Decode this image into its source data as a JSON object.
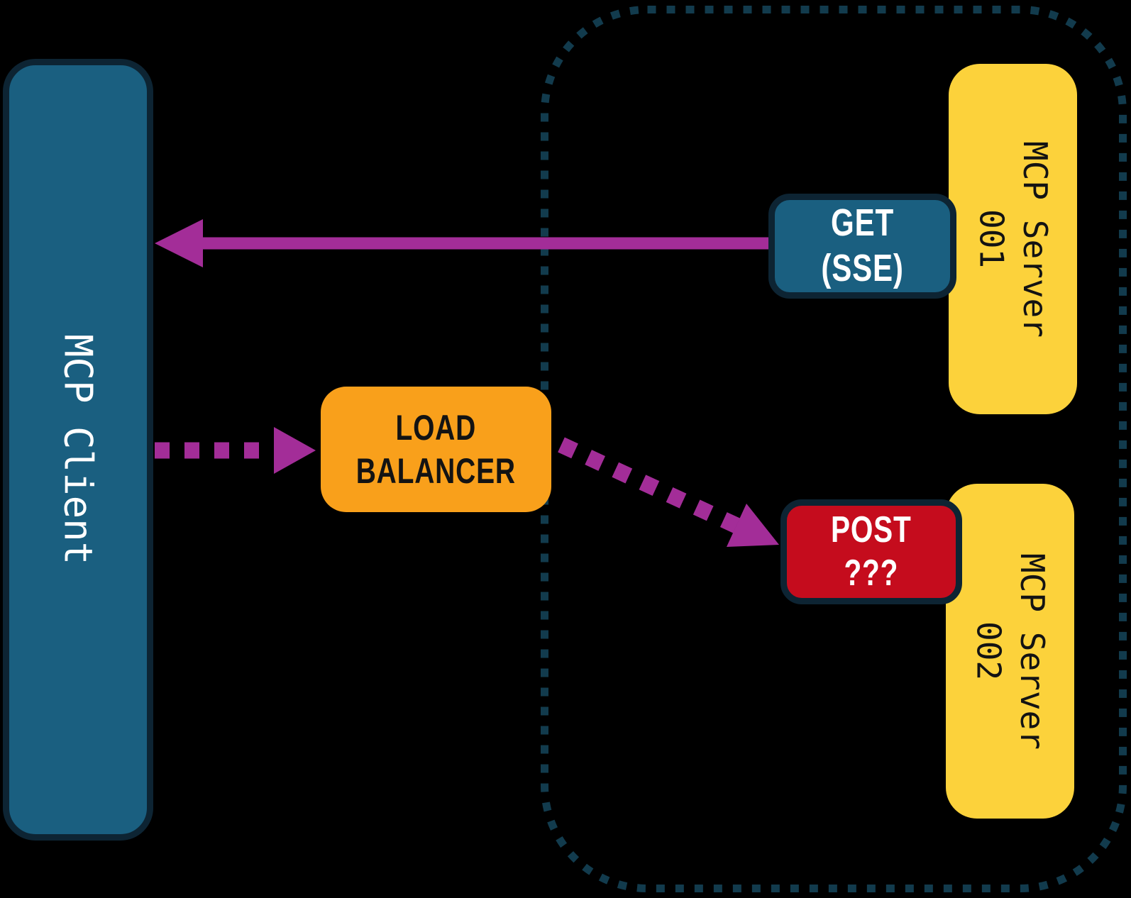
{
  "colors": {
    "background": "#000000",
    "teal": "#1A5F80",
    "navy": "#0D2433",
    "yellow": "#FCD23B",
    "orange": "#F9A01B",
    "red": "#C50C1D",
    "purple": "#A32D98",
    "boundary": "#123B4D",
    "text_light": "#FFFFFF",
    "text_dark": "#131313"
  },
  "nodes": {
    "mcp_client": {
      "label": "MCP Client"
    },
    "mcp_server_001": {
      "line1": "MCP Server",
      "line2": "001"
    },
    "mcp_server_002": {
      "line1": "MCP Server",
      "line2": "002"
    },
    "get_sse": {
      "line1": "GET",
      "line2": "(SSE)"
    },
    "post_unknown": {
      "line1": "POST",
      "line2": "???"
    },
    "load_balancer": {
      "line1": "LOAD",
      "line2": "BALANCER"
    }
  }
}
